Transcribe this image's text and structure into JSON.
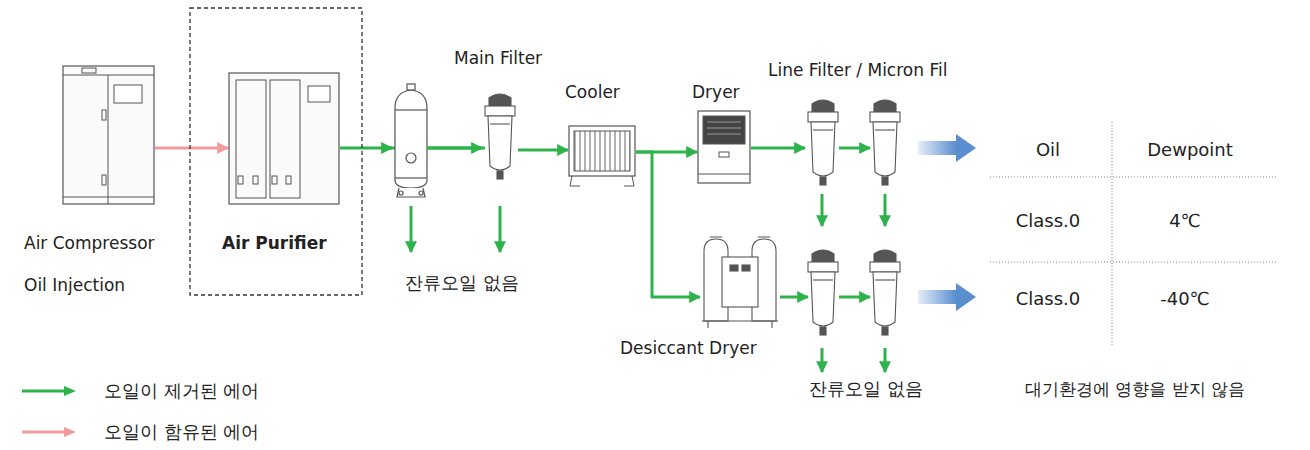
{
  "diagram": {
    "nodes": [
      {
        "text": [
          "Air Compressor",
          "Oil Injection"
        ]
      },
      {
        "text": [
          "Air Purifier"
        ]
      },
      {
        "text": [
          "Main Filter"
        ]
      },
      {
        "text": [
          "Cooler"
        ]
      },
      {
        "text": [
          "Dryer"
        ]
      },
      {
        "text": [
          "Line Filter / Micron Fil"
        ]
      },
      {
        "text": [
          "Desiccant Dryer"
        ]
      }
    ],
    "edges": [
      {
        "from": 0,
        "to": 1,
        "arrow": "to"
      },
      {
        "from": 1,
        "to": 2,
        "arrow": "to"
      },
      {
        "from": 2,
        "to": 3,
        "arrow": "to"
      },
      {
        "from": 3,
        "to": 4,
        "arrow": "to"
      },
      {
        "from": 3,
        "to": 6,
        "arrow": "to"
      },
      {
        "from": 4,
        "to": 5,
        "arrow": "to"
      }
    ],
    "labels": [
      "잔류오일 없음",
      "잔류오일 없음",
      "Oil",
      "Dewpoint",
      "Class.0",
      "4℃",
      "Class.0",
      "-40℃",
      "대기환경에 영향을 받지 않음"
    ],
    "legend": [
      {
        "text": "오일이 제거된 에어",
        "color": "#2db34a"
      },
      {
        "text": "오일이 함유된 에어",
        "color": "#f29b9b"
      }
    ]
  }
}
